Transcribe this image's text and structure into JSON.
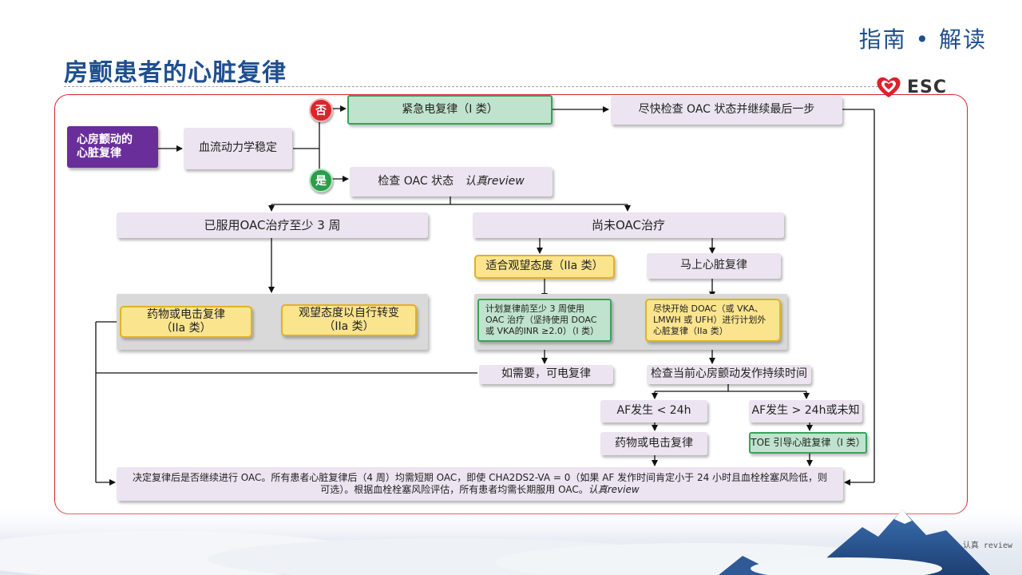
{
  "slide": {
    "brand": "指南 • 解读",
    "title": "房颤患者的心脏复律",
    "logo_text": "ESC",
    "footer": "认真 review"
  },
  "badges": {
    "no": "否",
    "yes": "是"
  },
  "nodes": {
    "start": "心房颤动的\n心脏复律",
    "stable": "血流动力学稳定",
    "emergency": "紧急电复律（I 类）",
    "check_oac_asap": "尽快检查 OAC 状态并继续最后一步",
    "check_oac": "检查 OAC 状态",
    "check_oac_tag": "认真review",
    "on_oac": "已服用OAC治疗至少 3 周",
    "not_oac": "尚未OAC治疗",
    "drug_or_electric": "药物或电击复律\n（IIa 类）",
    "wait_and_see": "观望态度以自行转变\n（IIa 类）",
    "watchful_wait": "适合观望态度（IIa 类）",
    "immediate": "马上心脏复律",
    "plan_oac": "计划复律前至少 3 周使用 OAC 治疗（坚持使用 DOAC 或 VKA的INR ≥2.0）（I 类）",
    "start_doac": "尽快开始 DOAC（或 VKA、LMWH 或 UFH）进行计划外心脏复律（IIa 类）",
    "if_needed": "如需要，可电复律",
    "check_duration": "检查当前心房颤动发作持续时间",
    "af_lt24": "AF发生 < 24h",
    "af_gt24": "AF发生 > 24h或未知",
    "drug_electric2": "药物或电击复律",
    "toe": "TOE 引导心脏复律（I 类）",
    "final": "决定复律后是否继续进行 OAC。所有患者心脏复律后（4 周）均需短期 OAC，即使 CHA2DS2-VA = 0（如果 AF 发作时间肯定小于 24 小时且血栓栓塞风险低，则可选）。根据血栓栓塞风险评估，所有患者均需长期服用 OAC。",
    "final_tag": "认真review"
  },
  "colors": {
    "title": "#1f4f8f",
    "frame": "#d9232d",
    "purple": "#6a2e9a",
    "green_fill": "#bfe3cc",
    "yellow_fill": "#fbe48e",
    "lavender_fill": "#ece4f0"
  }
}
